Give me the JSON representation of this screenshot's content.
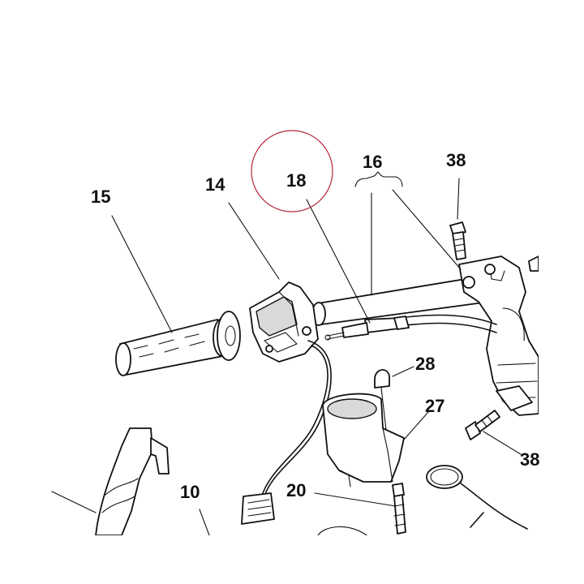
{
  "labels": {
    "l10": "10",
    "l14": "14",
    "l15": "15",
    "l16": "16",
    "l18": "18",
    "l20": "20",
    "l27": "27",
    "l28": "28",
    "l38a": "38",
    "l38b": "38"
  },
  "highlight_color": "#b3283c"
}
